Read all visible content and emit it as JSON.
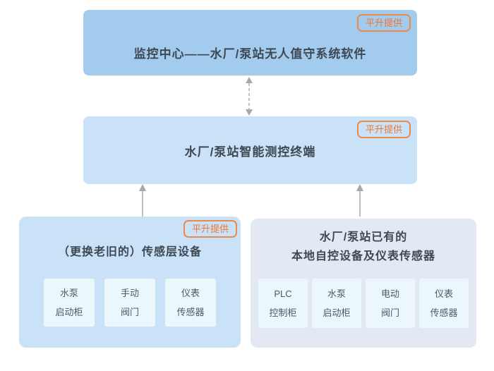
{
  "palette": {
    "top_box_bg": "#a3cbee",
    "light_box_bg": "#c9e2f8",
    "gray_box_bg": "#e3e9f2",
    "sub_box_bg": "#ecf6fd",
    "badge_text": "#f0762d",
    "badge_border": "#ea8a4b",
    "title_text": "#3d4852",
    "arrow_gray": "#a8a8a8"
  },
  "diagram": {
    "top_box": {
      "title": "监控中心——水厂/泵站无人值守系统软件",
      "badge": "平升提供"
    },
    "middle_box": {
      "title": "水厂/泵站智能测控终端",
      "badge": "平升提供"
    },
    "bottom_left_box": {
      "title": "（更换老旧的）传感层设备",
      "badge": "平升提供",
      "items": [
        {
          "line1": "水泵",
          "line2": "启动柜"
        },
        {
          "line1": "手动",
          "line2": "阀门"
        },
        {
          "line1": "仪表",
          "line2": "传感器"
        }
      ]
    },
    "bottom_right_box": {
      "title_line1": "水厂/泵站已有的",
      "title_line2": "本地自控设备及仪表传感器",
      "items": [
        {
          "line1": "PLC",
          "line2": "控制柜"
        },
        {
          "line1": "水泵",
          "line2": "启动柜"
        },
        {
          "line1": "电动",
          "line2": "阀门"
        },
        {
          "line1": "仪表",
          "line2": "传感器"
        }
      ]
    }
  }
}
